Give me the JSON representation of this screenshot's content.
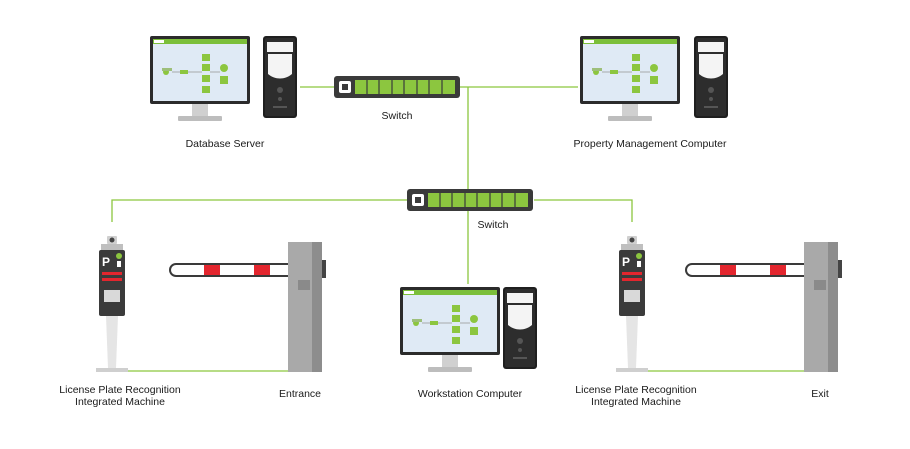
{
  "colors": {
    "link": "#8cc63f",
    "switch_body": "#3a3a3a",
    "switch_port": "#8cc63f",
    "screen_bg": "#dfeaf5",
    "screen_header": "#7bbf3a",
    "tower": "#222222",
    "barrier_stripe": "#e3262e",
    "housing": "#a9a9a9"
  },
  "labels": {
    "database_server": "Database Server",
    "switch_top": "Switch",
    "property_mgmt": "Property Management Computer",
    "switch_middle": "Switch",
    "lpr_left": [
      "License Plate Recognition",
      "Integrated Machine"
    ],
    "entrance": "Entrance",
    "workstation": "Workstation Computer",
    "lpr_right": [
      "License Plate Recognition",
      "Integrated Machine"
    ],
    "exit": "Exit"
  },
  "icons": [
    "computer-icon",
    "tower-pc-icon",
    "network-switch-icon",
    "lpr-machine-icon",
    "barrier-gate-icon"
  ]
}
